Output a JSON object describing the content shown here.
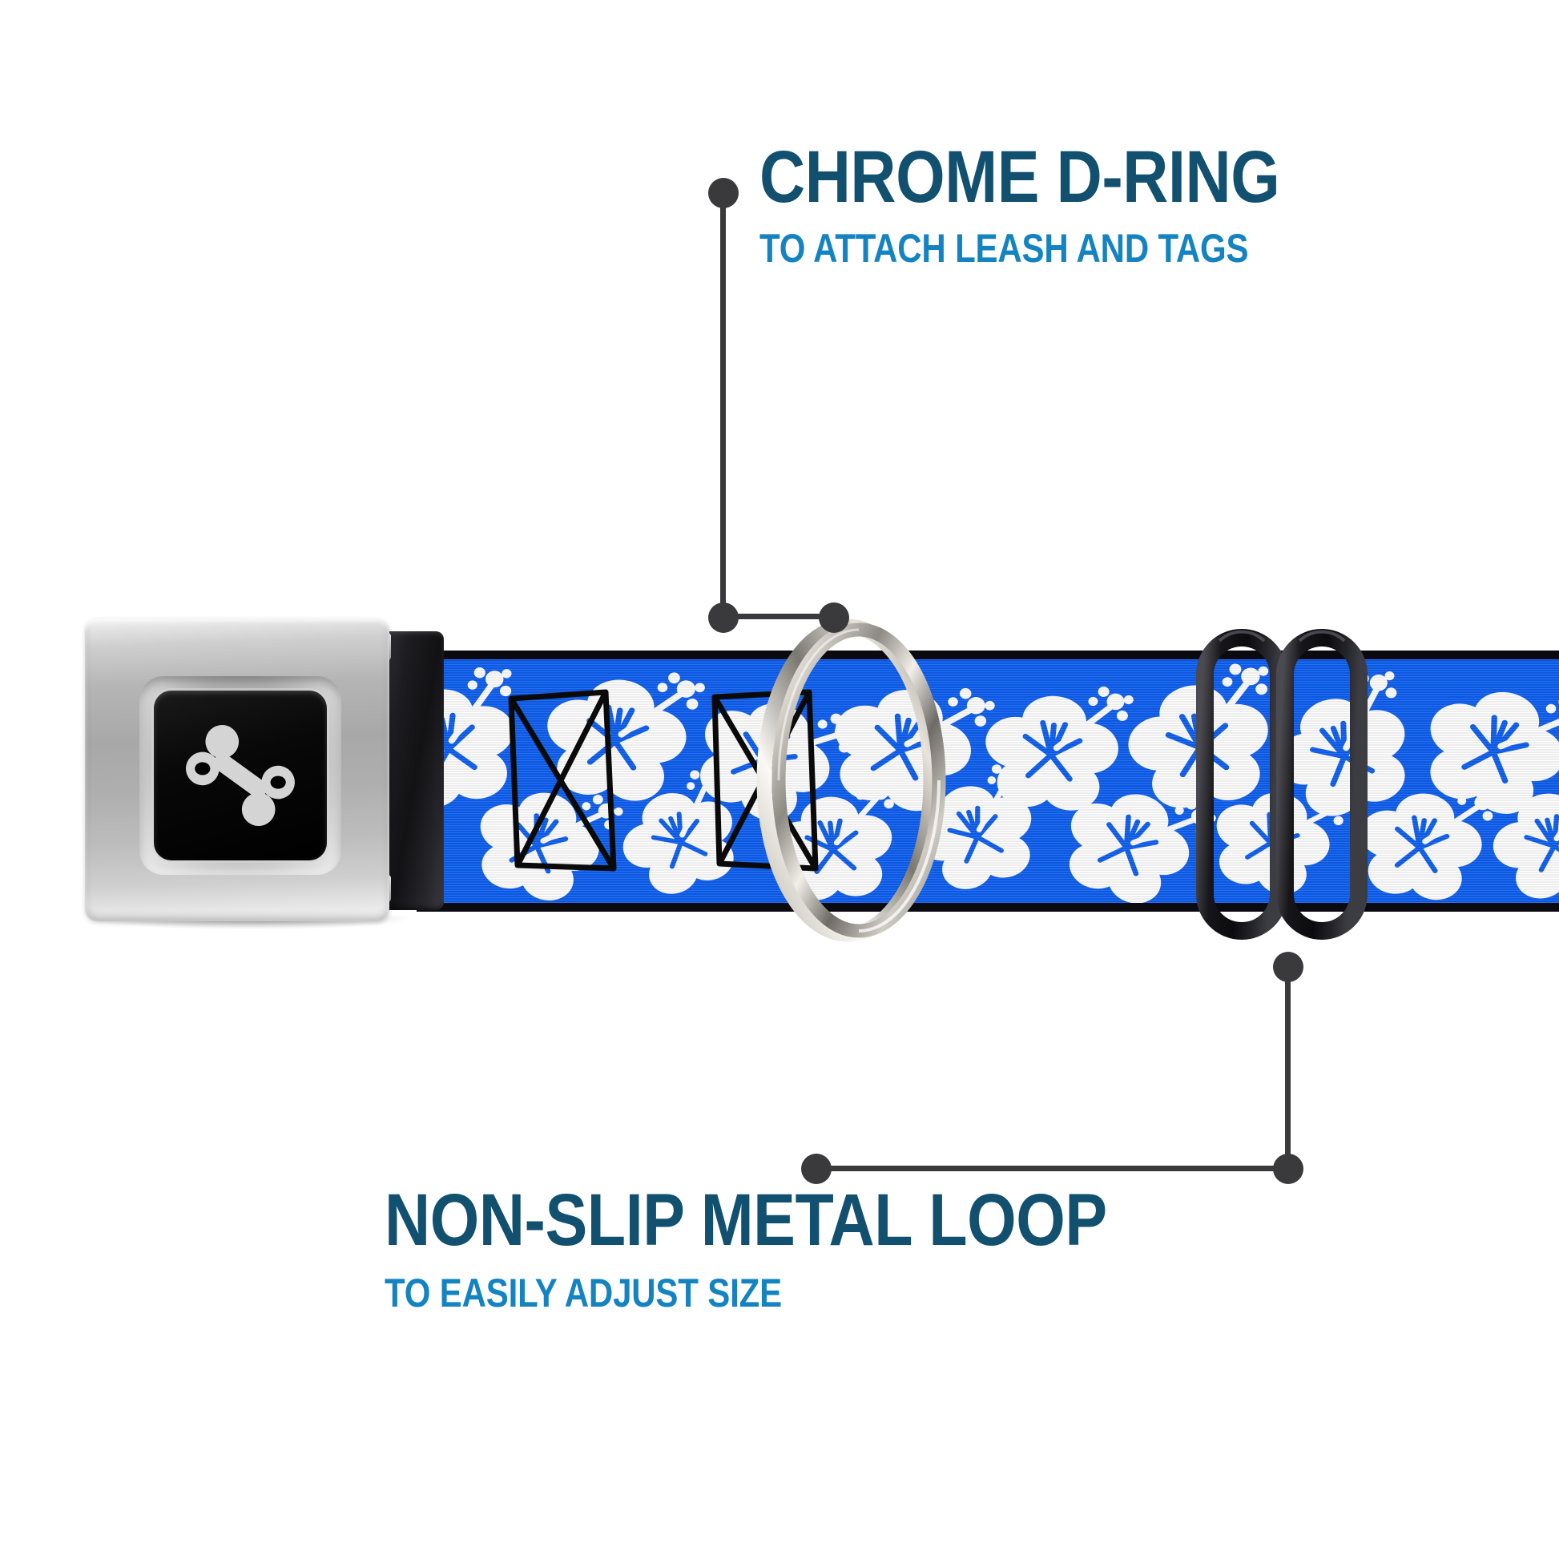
{
  "product": {
    "name": "Seatbelt Buckle Dog Collar",
    "pattern": "Hawaiian Hibiscus Flowers",
    "background_color": "#ffffff"
  },
  "colors": {
    "headline": "#12506f",
    "subhead": "#1383c2",
    "leader": "#3a3a3c",
    "webbing_blue": "#0d5ff0",
    "webbing_trim": "#0a0a10",
    "flower_white": "#ffffff",
    "chrome_light": "#f4f4f4",
    "chrome_mid": "#a8a8a8",
    "chrome_dark": "#6f6f6f",
    "inset_black": "#000000",
    "bone_gray": "#d4d4d4",
    "slider_black": "#111114"
  },
  "callouts": [
    {
      "id": "chrome-d-ring",
      "title": "CHROME D-RING",
      "subtitle": "TO ATTACH LEASH AND TAGS",
      "points_at": "d-ring"
    },
    {
      "id": "non-slip-metal-loop",
      "title": "NON-SLIP METAL LOOP",
      "subtitle": "TO EASILY ADJUST SIZE",
      "points_at": "slider"
    }
  ],
  "parts": {
    "buckle": {
      "label": "Chrome seatbelt buckle",
      "logo": "dog-bone",
      "logo_color": "#d4d4d4",
      "inset_color": "#000000"
    },
    "d_ring": {
      "label": "Chrome D-ring",
      "finish": "polished chrome"
    },
    "slider": {
      "label": "Non-slip metal loop",
      "finish": "black coated metal",
      "openings": 2
    },
    "webbing": {
      "label": "Printed webbing strap",
      "base_color": "#0d5ff0",
      "motif": "white hibiscus flowers",
      "edge_trim": "#0a0a10",
      "stitch": "box-X bar tack"
    }
  },
  "icons": {
    "bone": "dog-bone-icon",
    "dot": "leader-dot"
  }
}
